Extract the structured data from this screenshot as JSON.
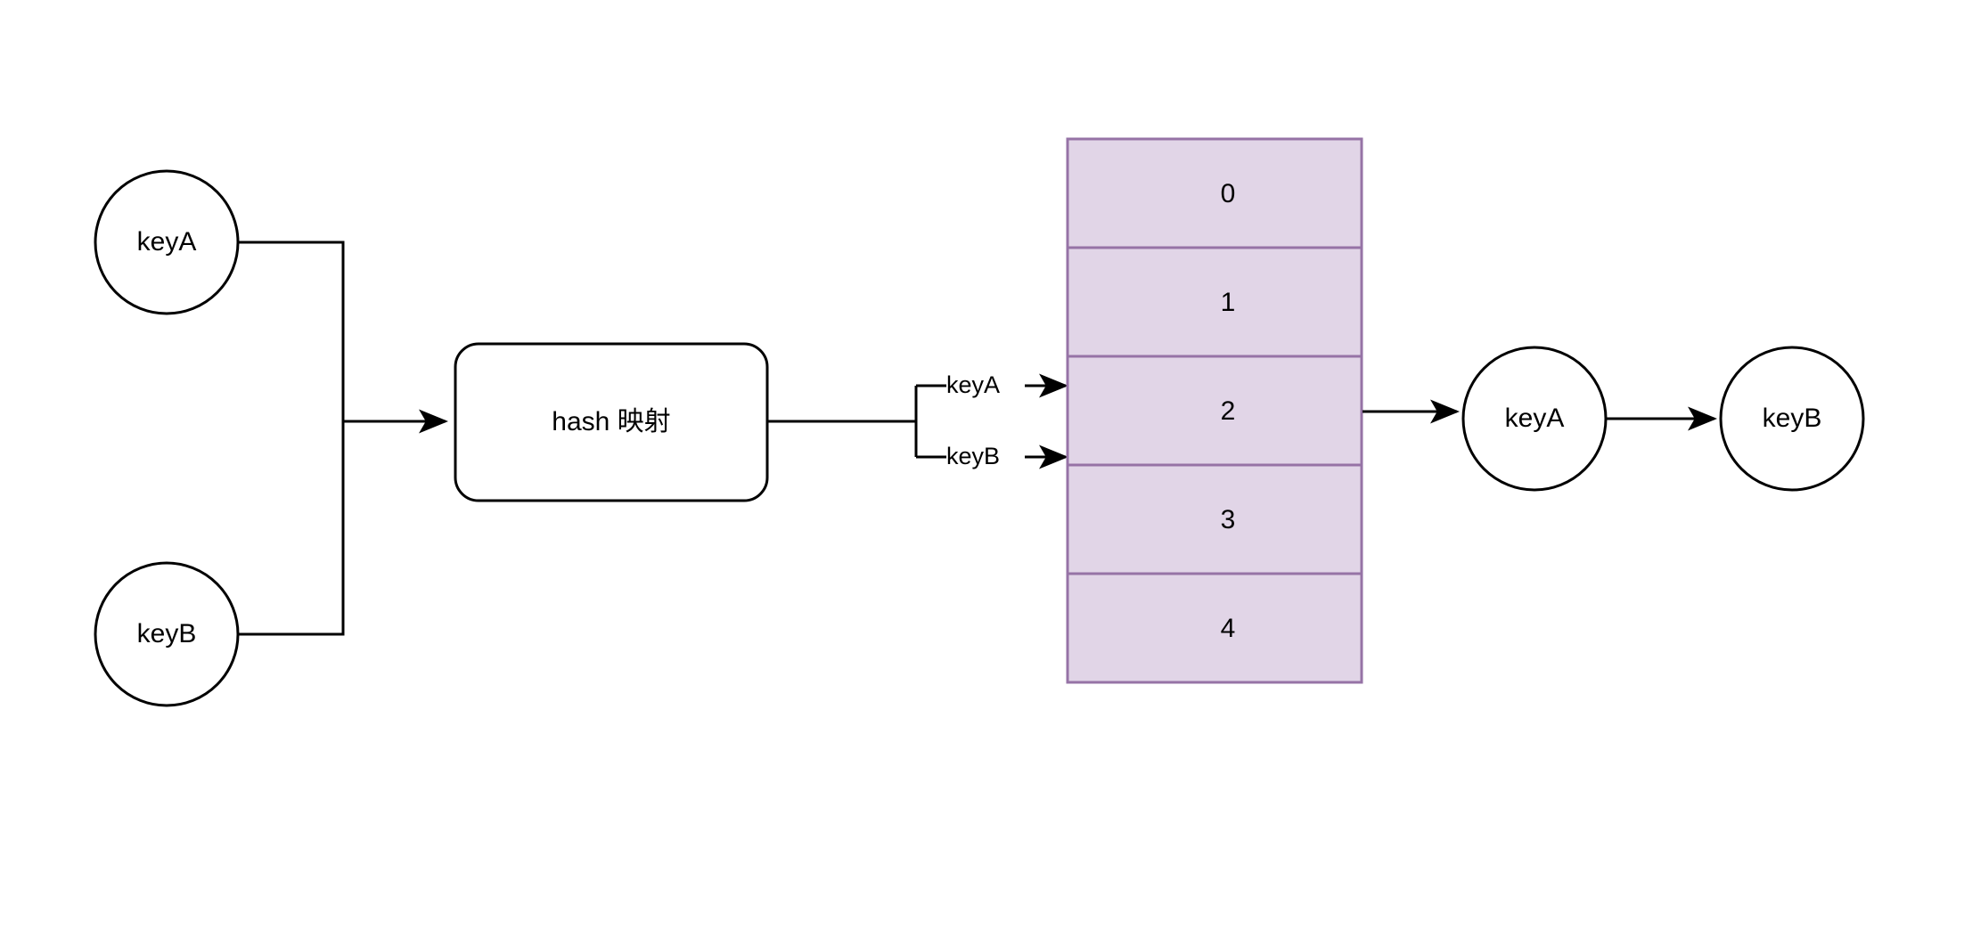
{
  "diagram": {
    "title": "hash mapping collision diagram",
    "background_color": "#ffffff",
    "stroke_color": "#000000",
    "table_fill_color": "#e1d5e7",
    "table_border_color": "#9673a6"
  },
  "input_nodes": [
    {
      "id": "input-keya",
      "label": "keyA",
      "shape": "circle"
    },
    {
      "id": "input-keyb",
      "label": "keyB",
      "shape": "circle"
    }
  ],
  "process_node": {
    "id": "hash-mapping",
    "label": "hash 映射",
    "shape": "rounded-rectangle"
  },
  "branch_labels": [
    {
      "id": "branch-keya",
      "label": "keyA"
    },
    {
      "id": "branch-keyb",
      "label": "keyB"
    }
  ],
  "bucket_table": {
    "id": "hash-bucket-table",
    "cells": [
      {
        "index": 0,
        "label": "0"
      },
      {
        "index": 1,
        "label": "1"
      },
      {
        "index": 2,
        "label": "2"
      },
      {
        "index": 3,
        "label": "3"
      },
      {
        "index": 4,
        "label": "4"
      }
    ]
  },
  "chain_nodes": [
    {
      "id": "chain-keya",
      "label": "keyA",
      "shape": "circle"
    },
    {
      "id": "chain-keyb",
      "label": "keyB",
      "shape": "circle"
    }
  ]
}
